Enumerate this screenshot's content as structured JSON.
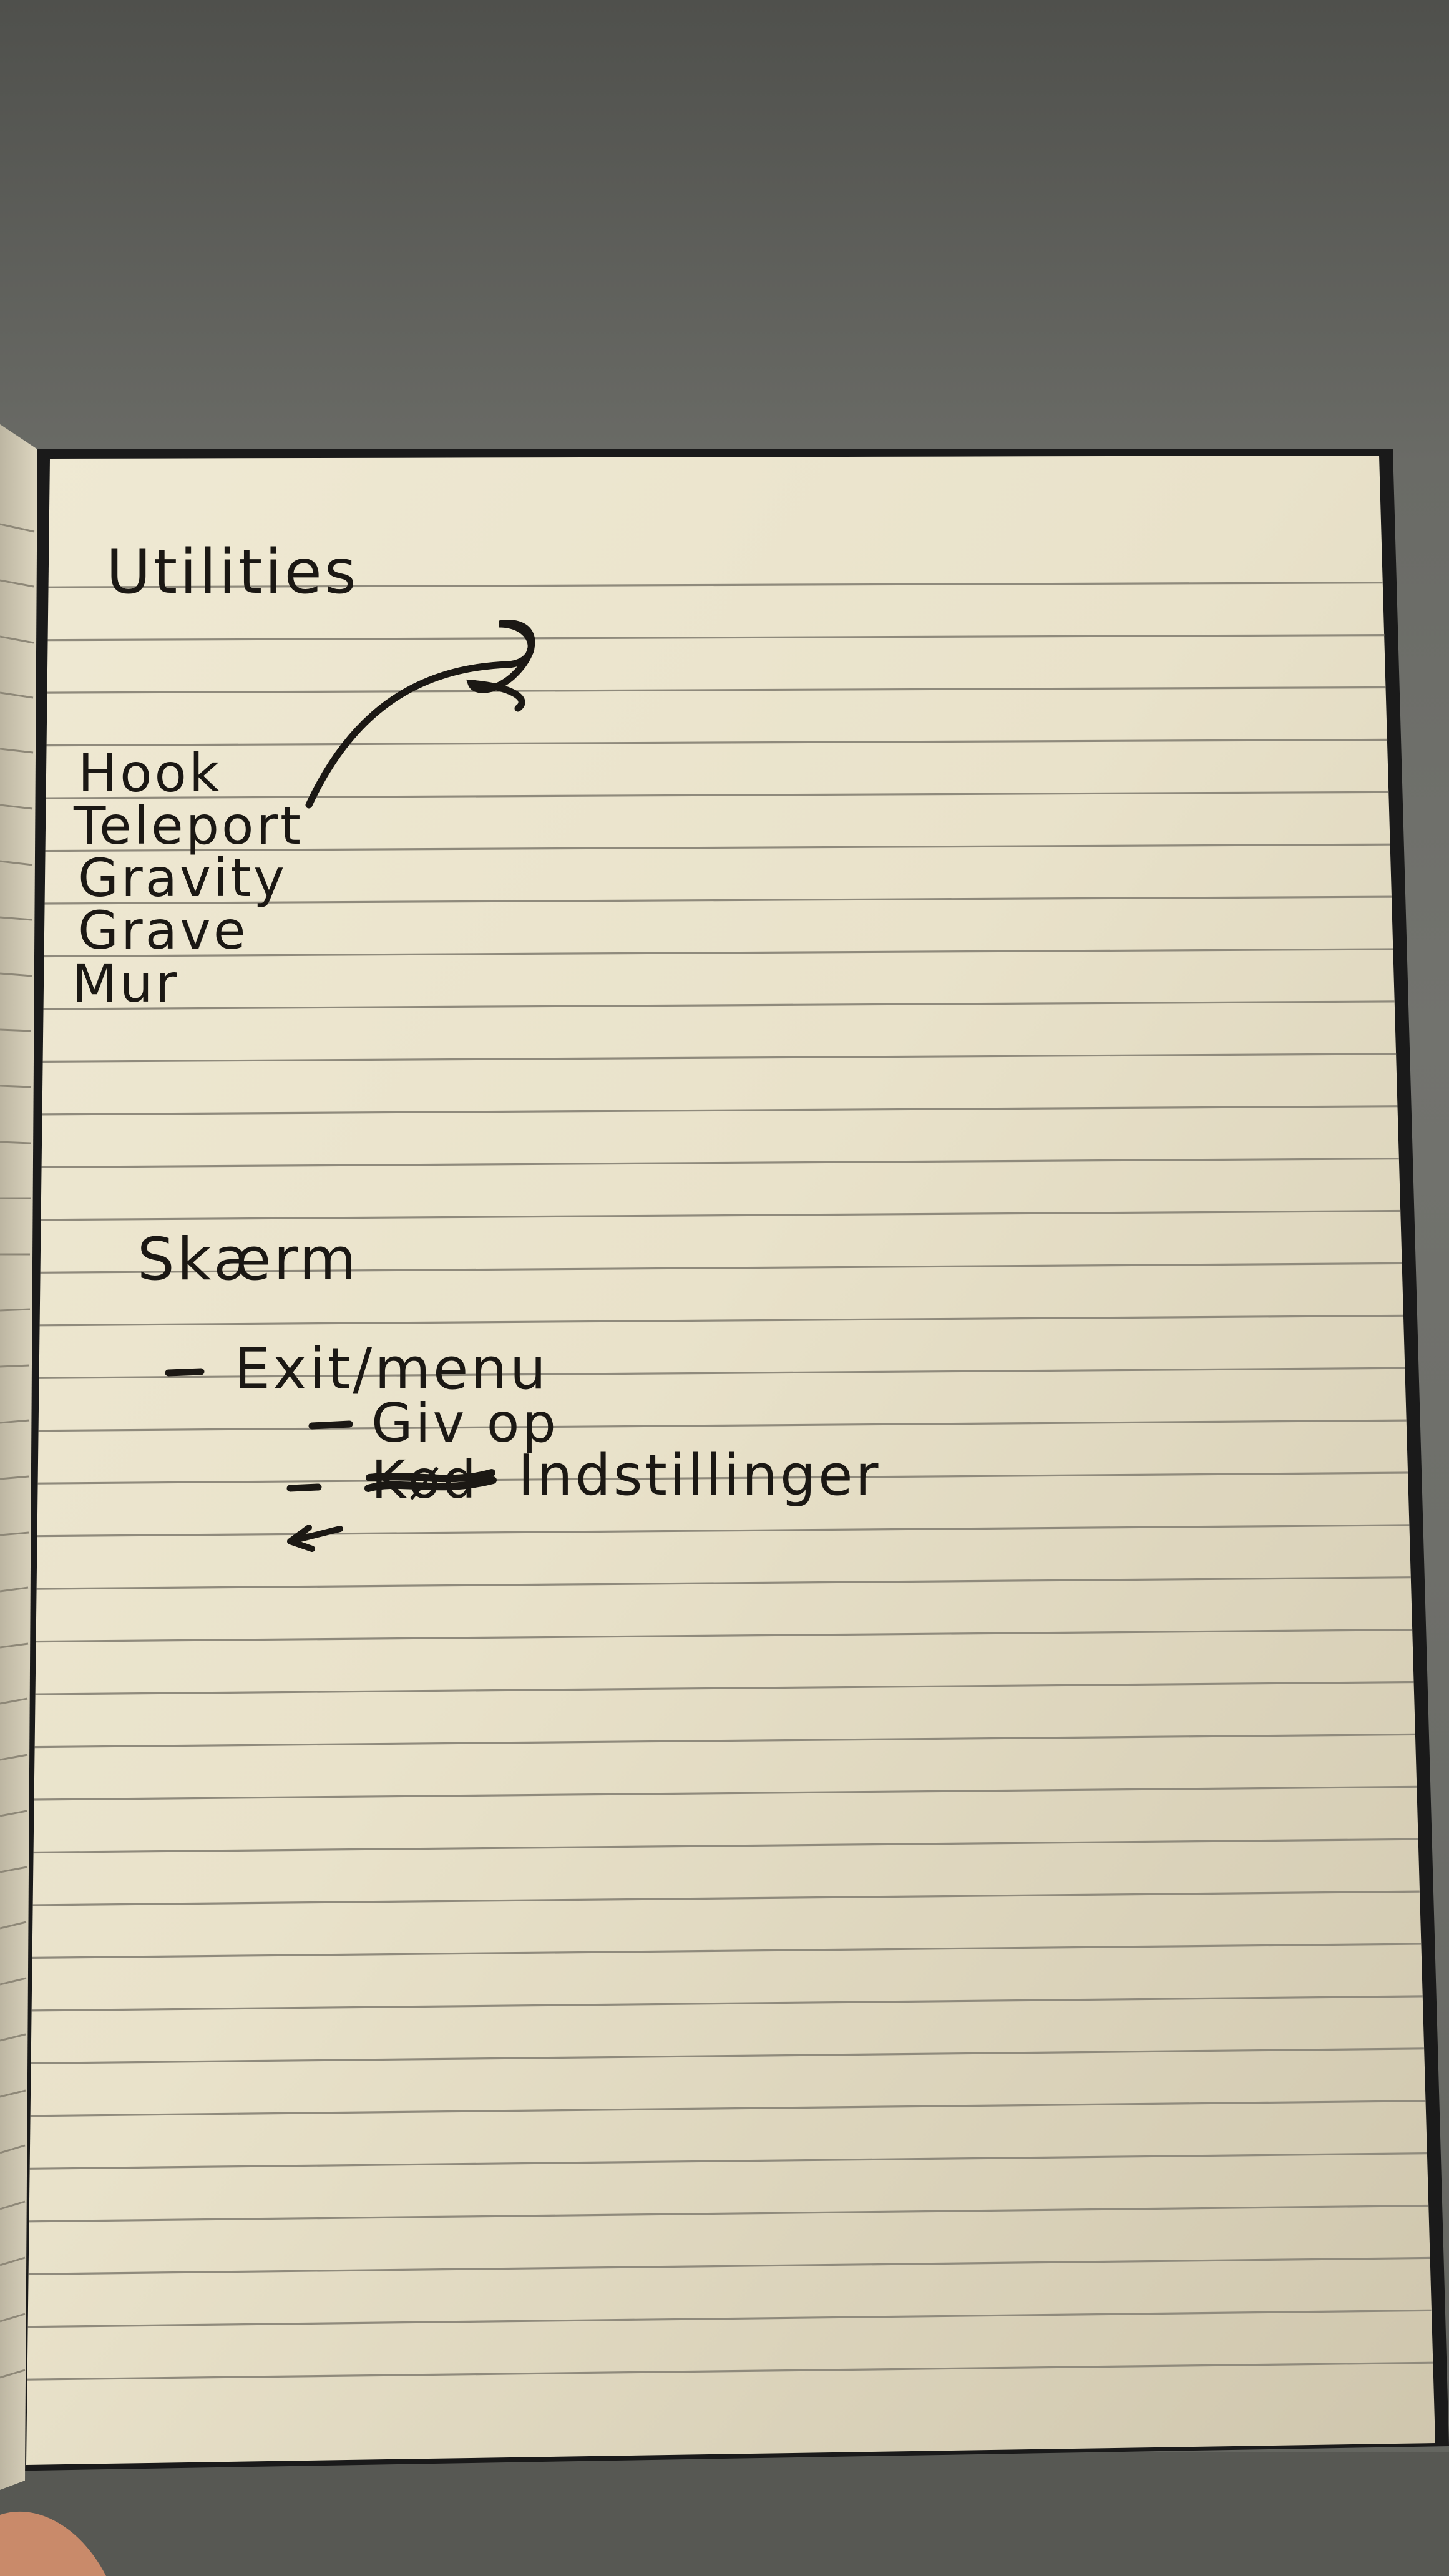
{
  "notebook": {
    "heading_utilities": "Utilities",
    "utilities": [
      "Hook",
      "Teleport",
      "Gravity",
      "Grave",
      "Mur"
    ],
    "heading_screen": "Skærm",
    "screen_items": [
      {
        "text": "Exit/menu"
      },
      {
        "text": "Giv op"
      },
      {
        "crossed_out": "Kød",
        "text": "Indstillinger"
      }
    ]
  },
  "colors": {
    "ink": "#1b1814",
    "paper": "#ebe4cd",
    "rule_line": "#8f8a7c",
    "background": "#6c6d68"
  }
}
